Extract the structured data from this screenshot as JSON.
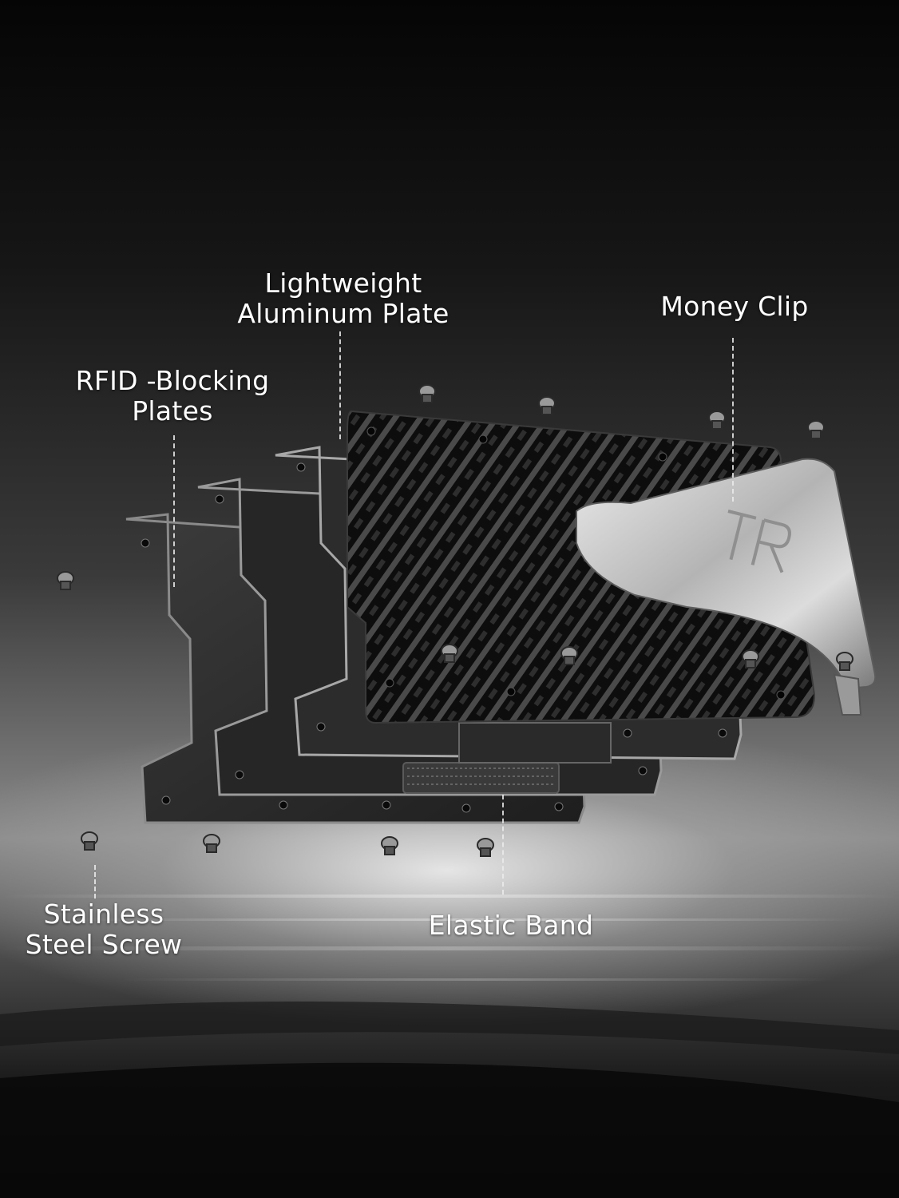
{
  "labels": {
    "aluminum_plate": [
      "Lightweight",
      "Aluminum Plate"
    ],
    "money_clip": [
      "Money Clip"
    ],
    "rfid_plates": [
      "RFID -Blocking",
      "Plates"
    ],
    "screw": [
      "Stainless",
      "Steel Screw"
    ],
    "elastic_band": [
      "Elastic Band"
    ]
  },
  "logo_text": "TR",
  "colors": {
    "background": "#0c0c0c",
    "plate_dark": "#2a2a2a",
    "plate_edge": "#8a8a8a",
    "carbon": "#111111",
    "clip": "#c9c9c9",
    "label": "#ffffff"
  }
}
